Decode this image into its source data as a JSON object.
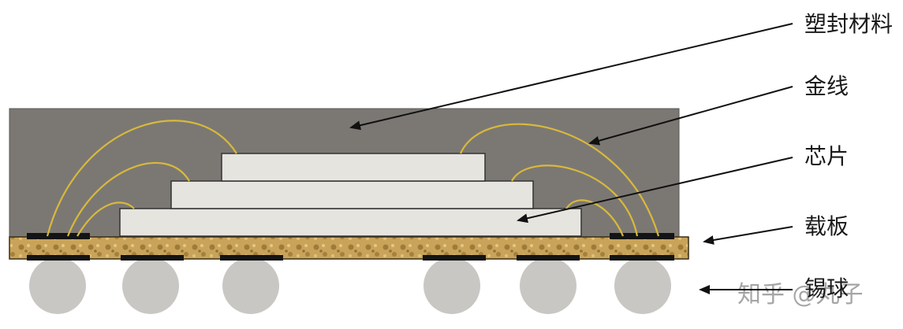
{
  "labels": {
    "mold": "塑封材料",
    "wire": "金线",
    "chip": "芯片",
    "substrate": "载板",
    "ball": "锡球"
  },
  "watermark": "知乎 @丸子",
  "colors": {
    "mold": "#7b7874",
    "chip": "#e6e4df",
    "wire": "#d9b93a",
    "substrate": "#c9a35a",
    "substrate_dark": "#8a6a2a",
    "pad": "#141414",
    "ball": "#c9c7c4"
  }
}
